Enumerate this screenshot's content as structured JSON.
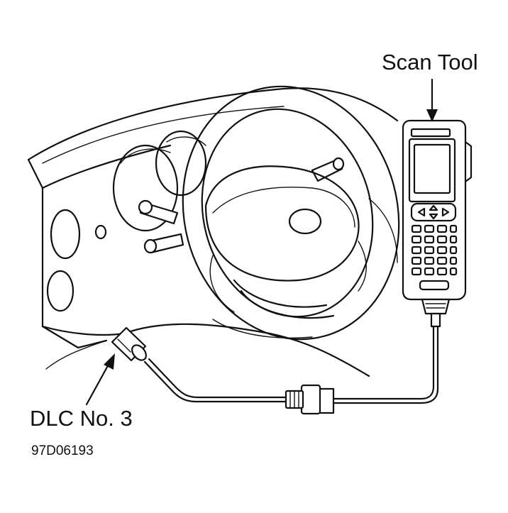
{
  "labels": {
    "scan_tool": "Scan Tool",
    "dlc": "DLC No. 3",
    "figure_code": "97D06193"
  },
  "icons": [
    "steering-wheel-icon",
    "scan-tool-device-icon",
    "dlc-connector-icon",
    "cable-icon",
    "arrow-icon"
  ],
  "colors": {
    "line": "#111111",
    "background": "#ffffff"
  }
}
